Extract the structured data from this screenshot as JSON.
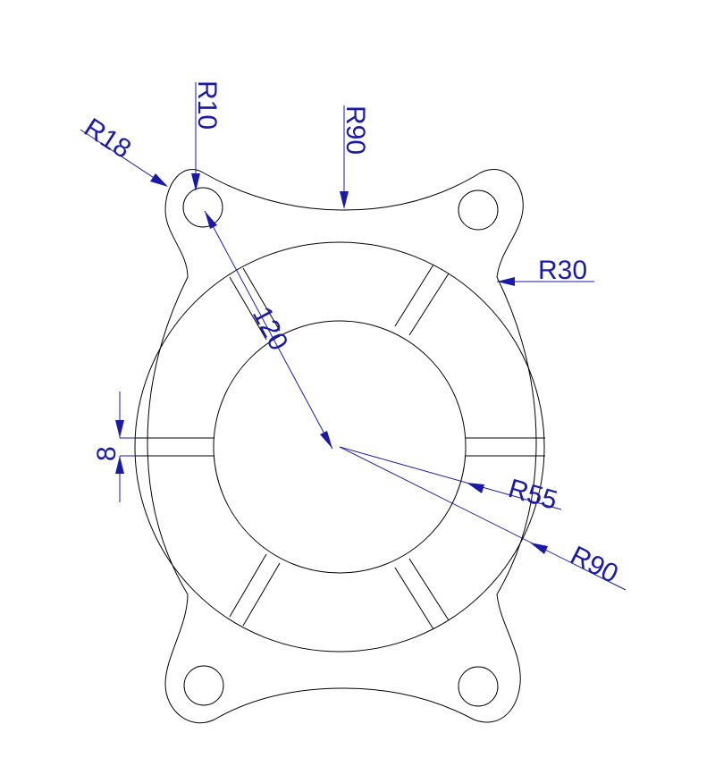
{
  "drawing": {
    "colors": {
      "geometry": "#000000",
      "dimension": "#1a1aa8",
      "background": "#ffffff"
    },
    "labels": {
      "r18": "R18",
      "r10": "R10",
      "r90_top": "R90",
      "r30": "R30",
      "d120": "120",
      "d8": "8",
      "r55": "R55",
      "r90_side": "R90"
    }
  }
}
